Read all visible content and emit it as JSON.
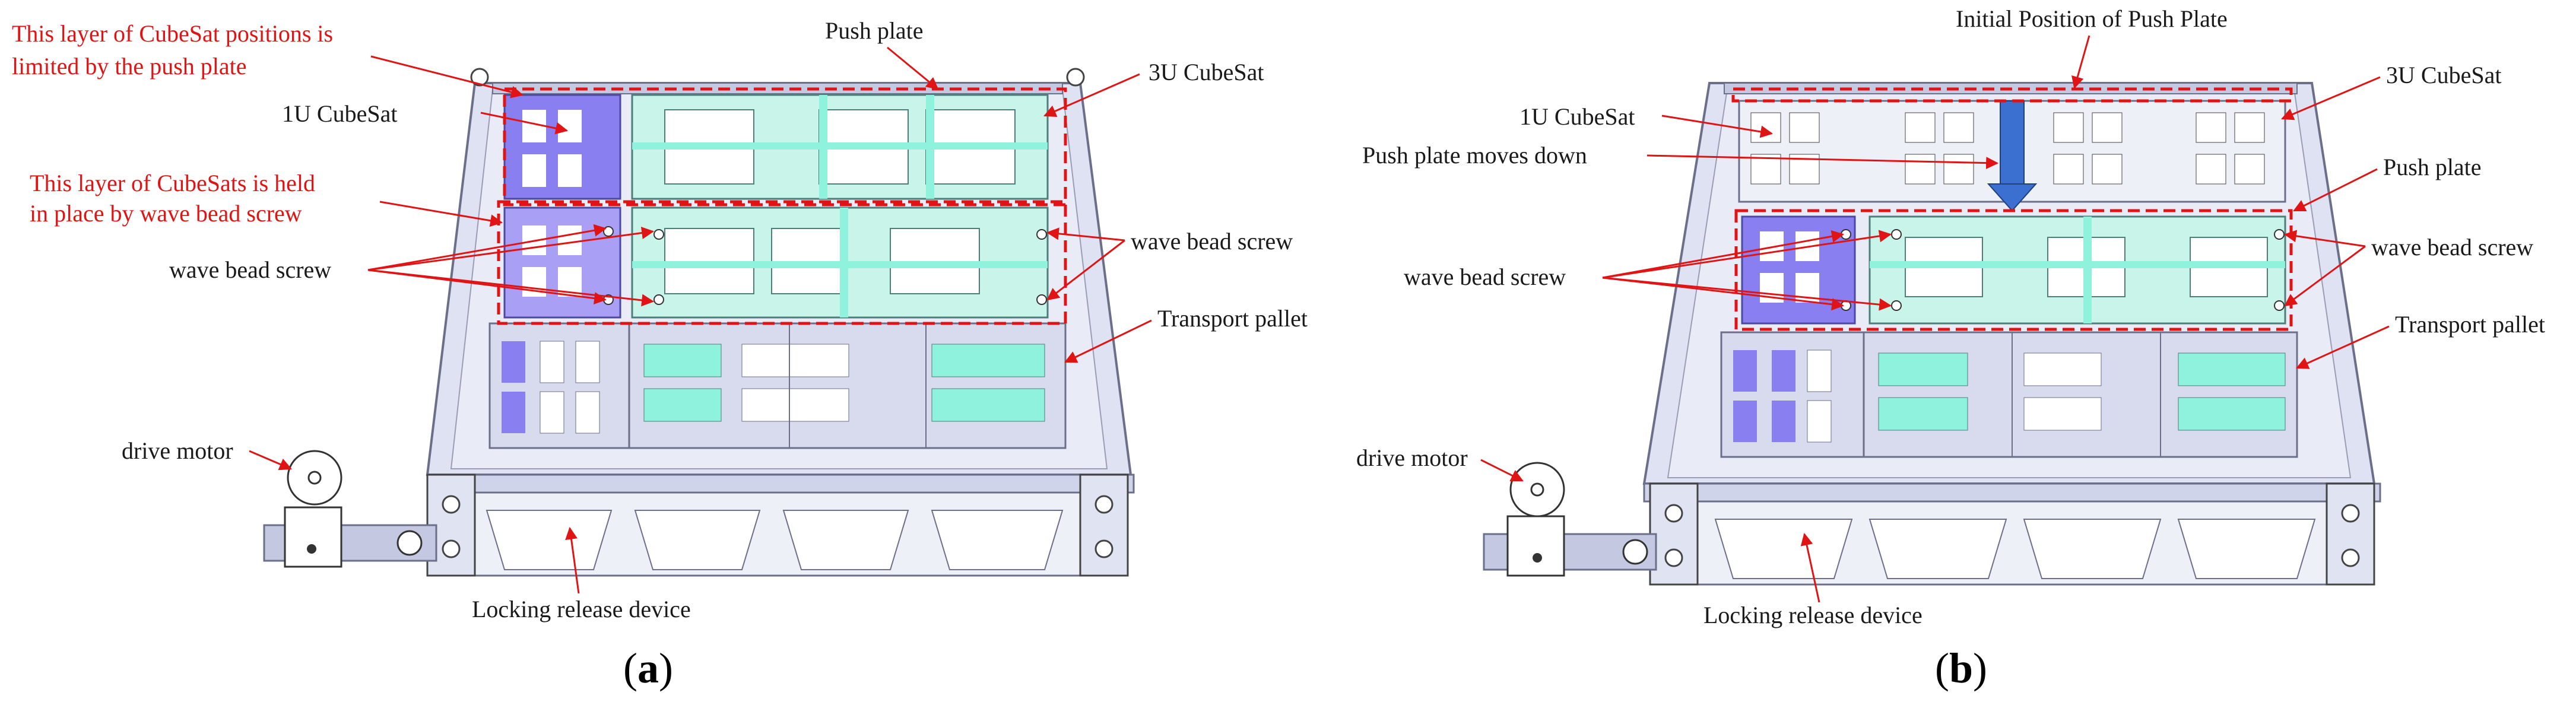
{
  "colors": {
    "arrow_red": "#e01414",
    "dash_red": "#e01414",
    "frame_blue": "#c9cde8",
    "frame_stroke": "#6c6f8a",
    "cubesat_1u": "#8a7ff0",
    "cubesat_3u": "#8ff2dc",
    "push_arrow": "#3b6fd0"
  },
  "panel_a": {
    "caption": "a",
    "labels": {
      "limited_layer": "This layer of CubeSat positions is",
      "limited_layer_2": "limited by the push plate",
      "held_layer": "This layer of CubeSats is held",
      "held_layer_2": "in place by wave bead screw",
      "cubesat_1u": "1U CubeSat",
      "push_plate": "Push plate",
      "cubesat_3u": "3U CubeSat",
      "wave_bead_left": "wave bead screw",
      "wave_bead_right": "wave bead screw",
      "transport_pallet": "Transport pallet",
      "drive_motor": "drive motor",
      "locking_release": "Locking release device"
    }
  },
  "panel_b": {
    "caption": "b",
    "labels": {
      "initial_position": "Initial Position of Push Plate",
      "cubesat_3u": "3U CubeSat",
      "cubesat_1u": "1U CubeSat",
      "push_moves_down": "Push plate moves down",
      "push_plate": "Push plate",
      "wave_bead_left": "wave bead screw",
      "wave_bead_right": "wave bead screw",
      "transport_pallet": "Transport pallet",
      "drive_motor": "drive motor",
      "locking_release": "Locking release device"
    }
  }
}
